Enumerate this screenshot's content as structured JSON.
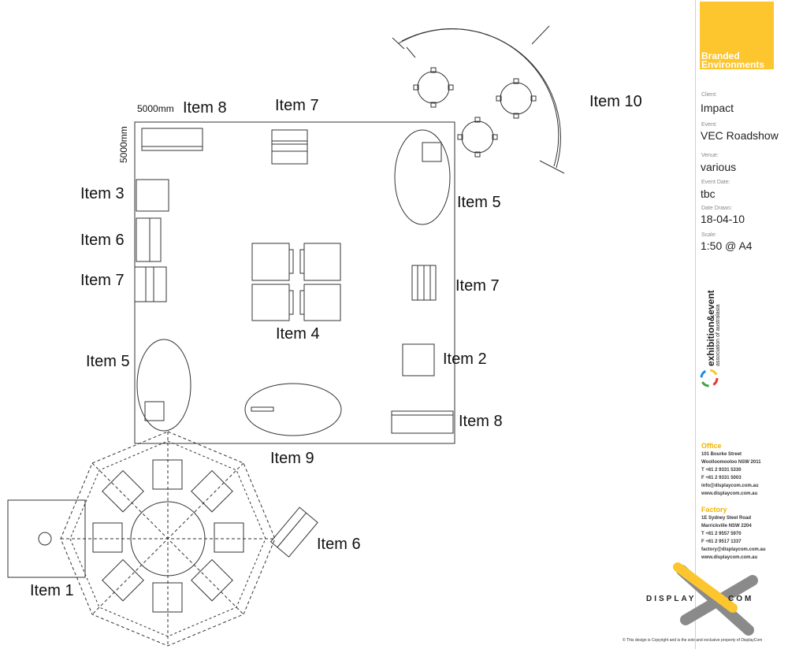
{
  "labels": {
    "dim_width": "5000mm",
    "dim_height": "5000mm",
    "item8_top": "Item 8",
    "item7_top": "Item 7",
    "item3": "Item 3",
    "item6_left": "Item 6",
    "item7_left": "Item 7",
    "item5_left": "Item 5",
    "item5_right": "Item 5",
    "item7_right": "Item 7",
    "item4": "Item 4",
    "item2": "Item 2",
    "item8_right": "Item 8",
    "item9": "Item 9",
    "item10": "Item 10",
    "item6_bottom": "Item 6",
    "item1": "Item 1"
  },
  "titleblock": {
    "brand": "Branded Environments",
    "client_label": "Client:",
    "client": "Impact",
    "event_label": "Event:",
    "event": "VEC Roadshow",
    "venue_label": "Venue:",
    "venue": "various",
    "event_date_label": "Event Date:",
    "event_date": "tbc",
    "date_drawn_label": "Date Drawn:",
    "date_drawn": "18-04-10",
    "scale_label": "Scale:",
    "scale": "1:50 @ A4",
    "association_line1": "exhibition&event",
    "association_line2": "association of australasia",
    "office_heading": "Office",
    "office_lines": [
      "101 Bourke Street",
      "Woolloomooloo NSW 2011",
      "T +61 2 9331 5330",
      "F +61 2 9331 5003",
      "info@displaycom.com.au",
      "www.displaycom.com.au"
    ],
    "factory_heading": "Factory",
    "factory_lines": [
      "1E Sydney Steel Road",
      "Marrickville NSW 2204",
      "T +61 2 9557 5970",
      "F +61 2 9517 1337",
      "factory@displaycom.com.au",
      "www.displaycom.com.au"
    ],
    "logo_left": "DISPLAY",
    "logo_right": "COM",
    "copyright": "This design is Copyright and is the sole and exclusive property of DisplayCom"
  },
  "colors": {
    "line": "#333333",
    "brand_yellow": "#fdc52e",
    "logo_grey": "#8a8a8a"
  }
}
